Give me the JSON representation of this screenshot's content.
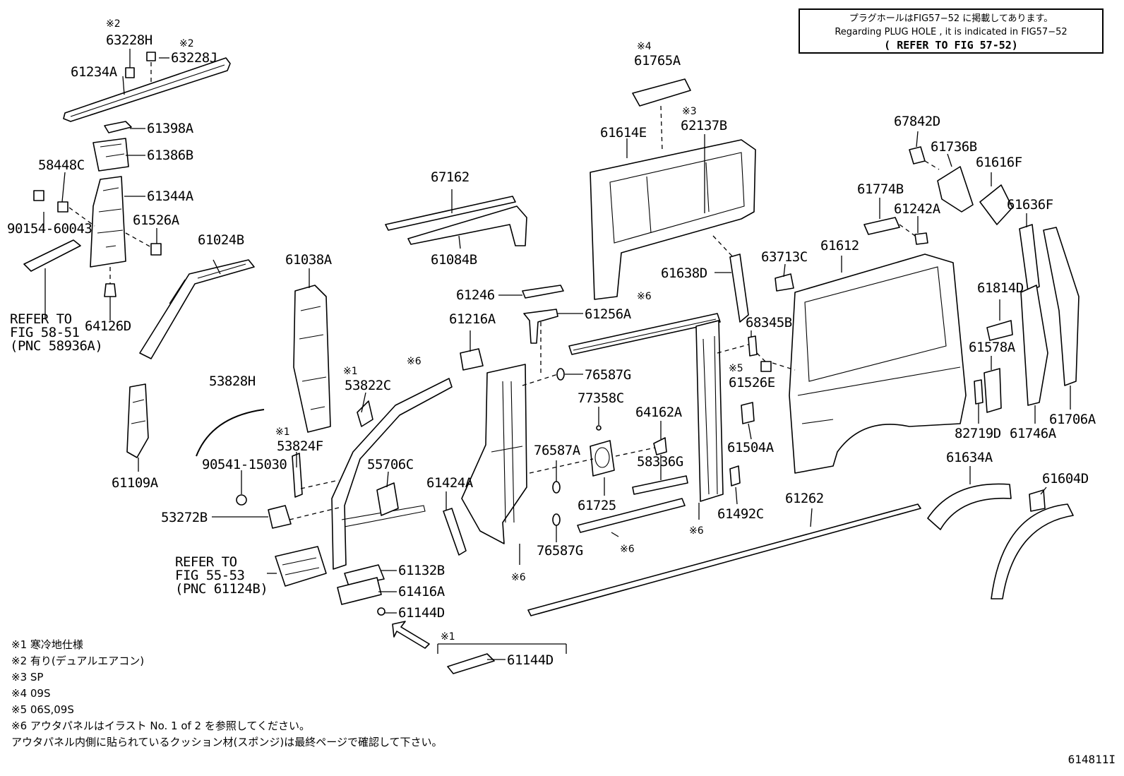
{
  "notice": {
    "line1": "プラグホールはFIG57−52 に掲載してあります。",
    "line2": "Regarding PLUG HOLE , it is indicated in FIG57−52",
    "line3": "( REFER TO FIG 57-52)"
  },
  "labels": {
    "p63228H": "63228H",
    "p63228J": "63228J",
    "p61234A": "61234A",
    "p61398A": "61398A",
    "p61386B": "61386B",
    "p58448C": "58448C",
    "p61344A": "61344A",
    "p90154": "90154-60043",
    "p61526A": "61526A",
    "p64126D": "64126D",
    "p61024B": "61024B",
    "p61109A": "61109A",
    "p61038A": "61038A",
    "p53828H": "53828H",
    "p53824F": "53824F",
    "p90541": "90541-15030",
    "p53272B": "53272B",
    "p53822C": "53822C",
    "p55706C": "55706C",
    "p61132B": "61132B",
    "p61416A": "61416A",
    "p61144D_a": "61144D",
    "p61144D_b": "61144D",
    "p67162": "67162",
    "p61084B": "61084B",
    "p61246": "61246",
    "p61216A": "61216A",
    "p61256A": "61256A",
    "p76587G_a": "76587G",
    "p77358C": "77358C",
    "p64162A": "64162A",
    "p76587A": "76587A",
    "p58336G": "58336G",
    "p61424A": "61424A",
    "p61725": "61725",
    "p76587G_b": "76587G",
    "p61765A": "61765A",
    "p61614E": "61614E",
    "p62137B": "62137B",
    "p61638D": "61638D",
    "p63713C": "63713C",
    "p68345B": "68345B",
    "p61526E": "61526E",
    "p61504A": "61504A",
    "p61492C": "61492C",
    "p61262": "61262",
    "p61612": "61612",
    "p61774B": "61774B",
    "p61242A": "61242A",
    "p67842D": "67842D",
    "p61736B": "61736B",
    "p61616F": "61616F",
    "p61636F": "61636F",
    "p61814D": "61814D",
    "p61578A": "61578A",
    "p82719D": "82719D",
    "p61746A": "61746A",
    "p61706A": "61706A",
    "p61634A": "61634A",
    "p61604D": "61604D"
  },
  "marks": {
    "m1": "※1",
    "m2": "※2",
    "m3": "※3",
    "m4": "※4",
    "m5": "※5",
    "m6": "※6"
  },
  "refers": {
    "r1_line1": "REFER TO",
    "r1_line2": "FIG 58-51",
    "r1_line3": "(PNC 58936A)",
    "r2_line1": "REFER TO",
    "r2_line2": "FIG 55-53",
    "r2_line3": "(PNC 61124B)"
  },
  "footnotes": [
    "※1 寒冷地仕様",
    "※2 有り(デュアルエアコン)",
    "※3 SP",
    "※4 09S",
    "※5 06S,09S",
    "※6 アウタパネルはイラスト No. 1 of 2 を参照してください。",
    "アウタパネル内側に貼られているクッション材(スポンジ)は最終ページで確認して下さい。"
  ],
  "figure_id": "614811I"
}
